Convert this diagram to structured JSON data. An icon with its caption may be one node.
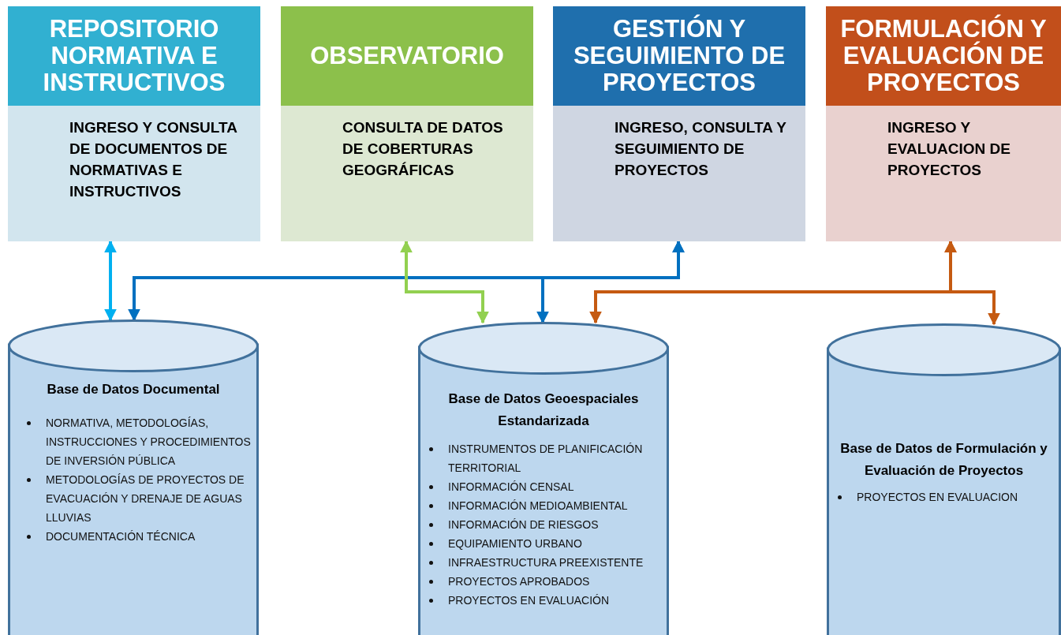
{
  "diagram": {
    "nodes": [
      {
        "text": [
          "REPOSITORIO NORMATIVA E INSTRUCTIVOS",
          "INGRESO Y CONSULTA DE DOCUMENTOS DE NORMATIVAS E INSTRUCTIVOS"
        ]
      },
      {
        "text": [
          "OBSERVATORIO",
          "CONSULTA DE DATOS DE COBERTURAS GEOGRÁFICAS"
        ]
      },
      {
        "text": [
          "GESTIÓN Y SEGUIMIENTO DE PROYECTOS",
          "INGRESO, CONSULTA Y SEGUIMIENTO DE PROYECTOS"
        ]
      },
      {
        "text": [
          "FORMULACIÓN Y EVALUACIÓN DE PROYECTOS",
          "INGRESO Y EVALUACION DE PROYECTOS"
        ]
      },
      {
        "text": [
          "Base de Datos Documental",
          "NORMATIVA, METODOLOGÍAS, INSTRUCCIONES Y PROCEDIMIENTOS DE INVERSIÓN PÚBLICA",
          "METODOLOGÍAS DE PROYECTOS DE EVACUACIÓN Y DRENAJE DE AGUAS LLUVIAS",
          "DOCUMENTACIÓN TÉCNICA"
        ]
      },
      {
        "text": [
          "Base de Datos Geoespaciales Estandarizada",
          "INSTRUMENTOS DE PLANIFICACIÓN TERRITORIAL",
          "INFORMACIÓN CENSAL",
          "INFORMACIÓN MEDIOAMBIENTAL",
          "INFORMACIÓN DE RIESGOS",
          "EQUIPAMIENTO URBANO",
          "INFRAESTRUCTURA PREEXISTENTE",
          "PROYECTOS APROBADOS",
          "PROYECTOS EN EVALUACIÓN"
        ]
      },
      {
        "text": [
          "Base de Datos de Formulación y Evaluación de Proyectos",
          "PROYECTOS EN EVALUACION"
        ]
      }
    ],
    "edges": [
      {
        "from": 0,
        "to": 4,
        "arrow": "both",
        "color": "#00b0f0"
      },
      {
        "from": 2,
        "to": 4,
        "arrow": "both",
        "color": "#0070c0"
      },
      {
        "from": 2,
        "to": 5,
        "arrow": "both",
        "color": "#0070c0"
      },
      {
        "from": 1,
        "to": 5,
        "arrow": "both",
        "color": "#92d050"
      },
      {
        "from": 3,
        "to": 5,
        "arrow": "both",
        "color": "#c55a11"
      },
      {
        "from": 3,
        "to": 6,
        "arrow": "both",
        "color": "#c55a11"
      }
    ]
  }
}
